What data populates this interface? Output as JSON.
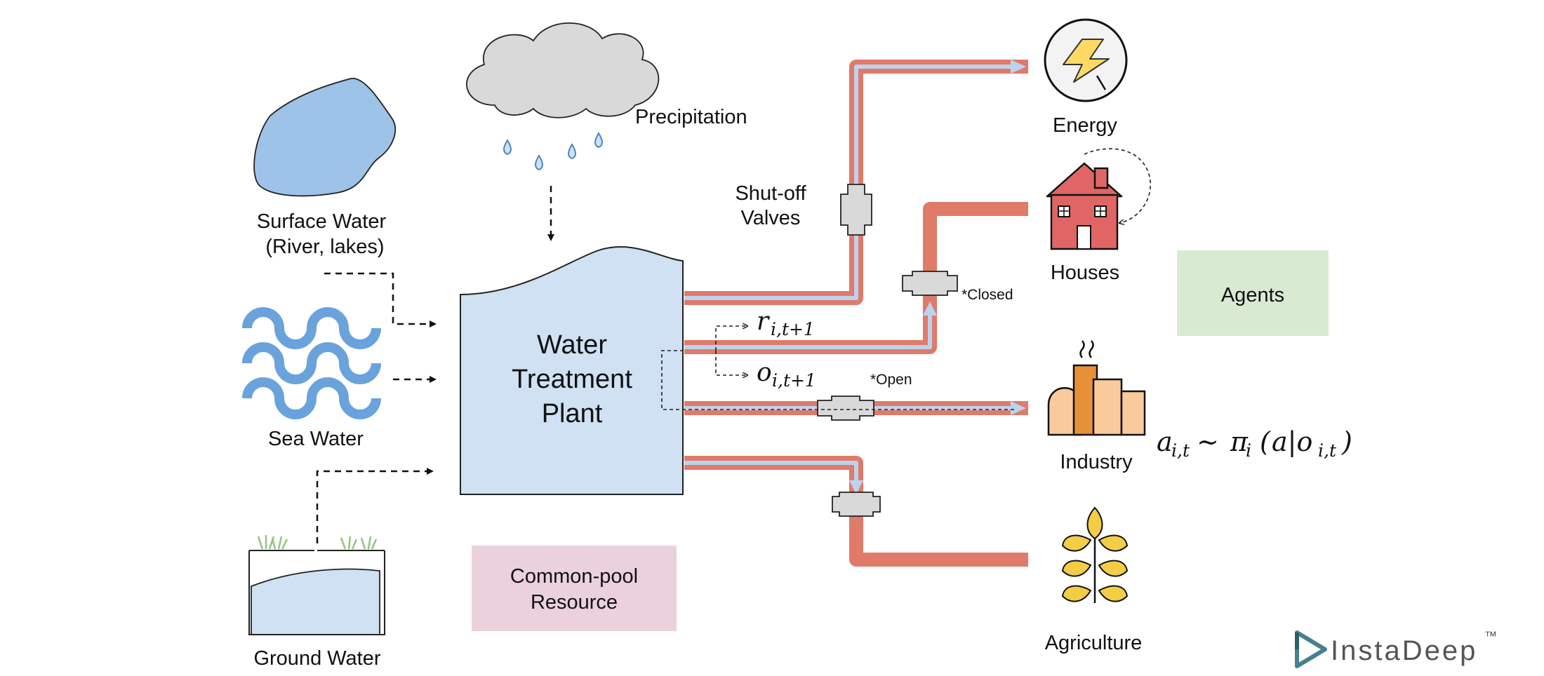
{
  "sources": {
    "precipitation": "Precipitation",
    "surface_line1": "Surface Water",
    "surface_line2": "(River, lakes)",
    "sea": "Sea Water",
    "ground": "Ground Water"
  },
  "plant": {
    "line1": "Water",
    "line2": "Treatment",
    "line3": "Plant"
  },
  "common_pool": {
    "line1": "Common-pool",
    "line2": "Resource"
  },
  "valves": {
    "title_line1": "Shut-off",
    "title_line2": "Valves",
    "closed": "*Closed",
    "open": "*Open"
  },
  "math": {
    "reward_base": "r",
    "reward_sub": "i,t+1",
    "obs_base": "o",
    "obs_sub": "i,t+1",
    "policy_a": "a",
    "policy_a_sub": "i,t",
    "policy_tilde": "∼",
    "policy_pi": "π",
    "policy_pi_sub": "i",
    "policy_open": "(",
    "policy_arg": "a|o",
    "policy_arg_sub": "i,t",
    "policy_close": ")"
  },
  "agents": {
    "box": "Agents",
    "energy": "Energy",
    "houses": "Houses",
    "industry": "Industry",
    "agriculture": "Agriculture"
  },
  "brand": {
    "name": "InstaDeep",
    "tm": "™"
  },
  "colors": {
    "pipe_outer": "#e07a69",
    "pipe_inner": "#bcd3ee",
    "plant_fill": "#cfe1f3",
    "water_blue": "#6aa3dc",
    "surface_fill": "#9dc3e8",
    "cloud": "#d9d9d9",
    "valve": "#d9d9d9",
    "agents_box": "#d9ead3",
    "common_pool_box": "#ead1dc",
    "house_red": "#e06666",
    "industry_orange": "#e69138",
    "industry_light": "#f9cb9c",
    "wheat": "#f4cd46",
    "energy_yellow": "#ffd966",
    "brand_teal": "#45818e"
  }
}
